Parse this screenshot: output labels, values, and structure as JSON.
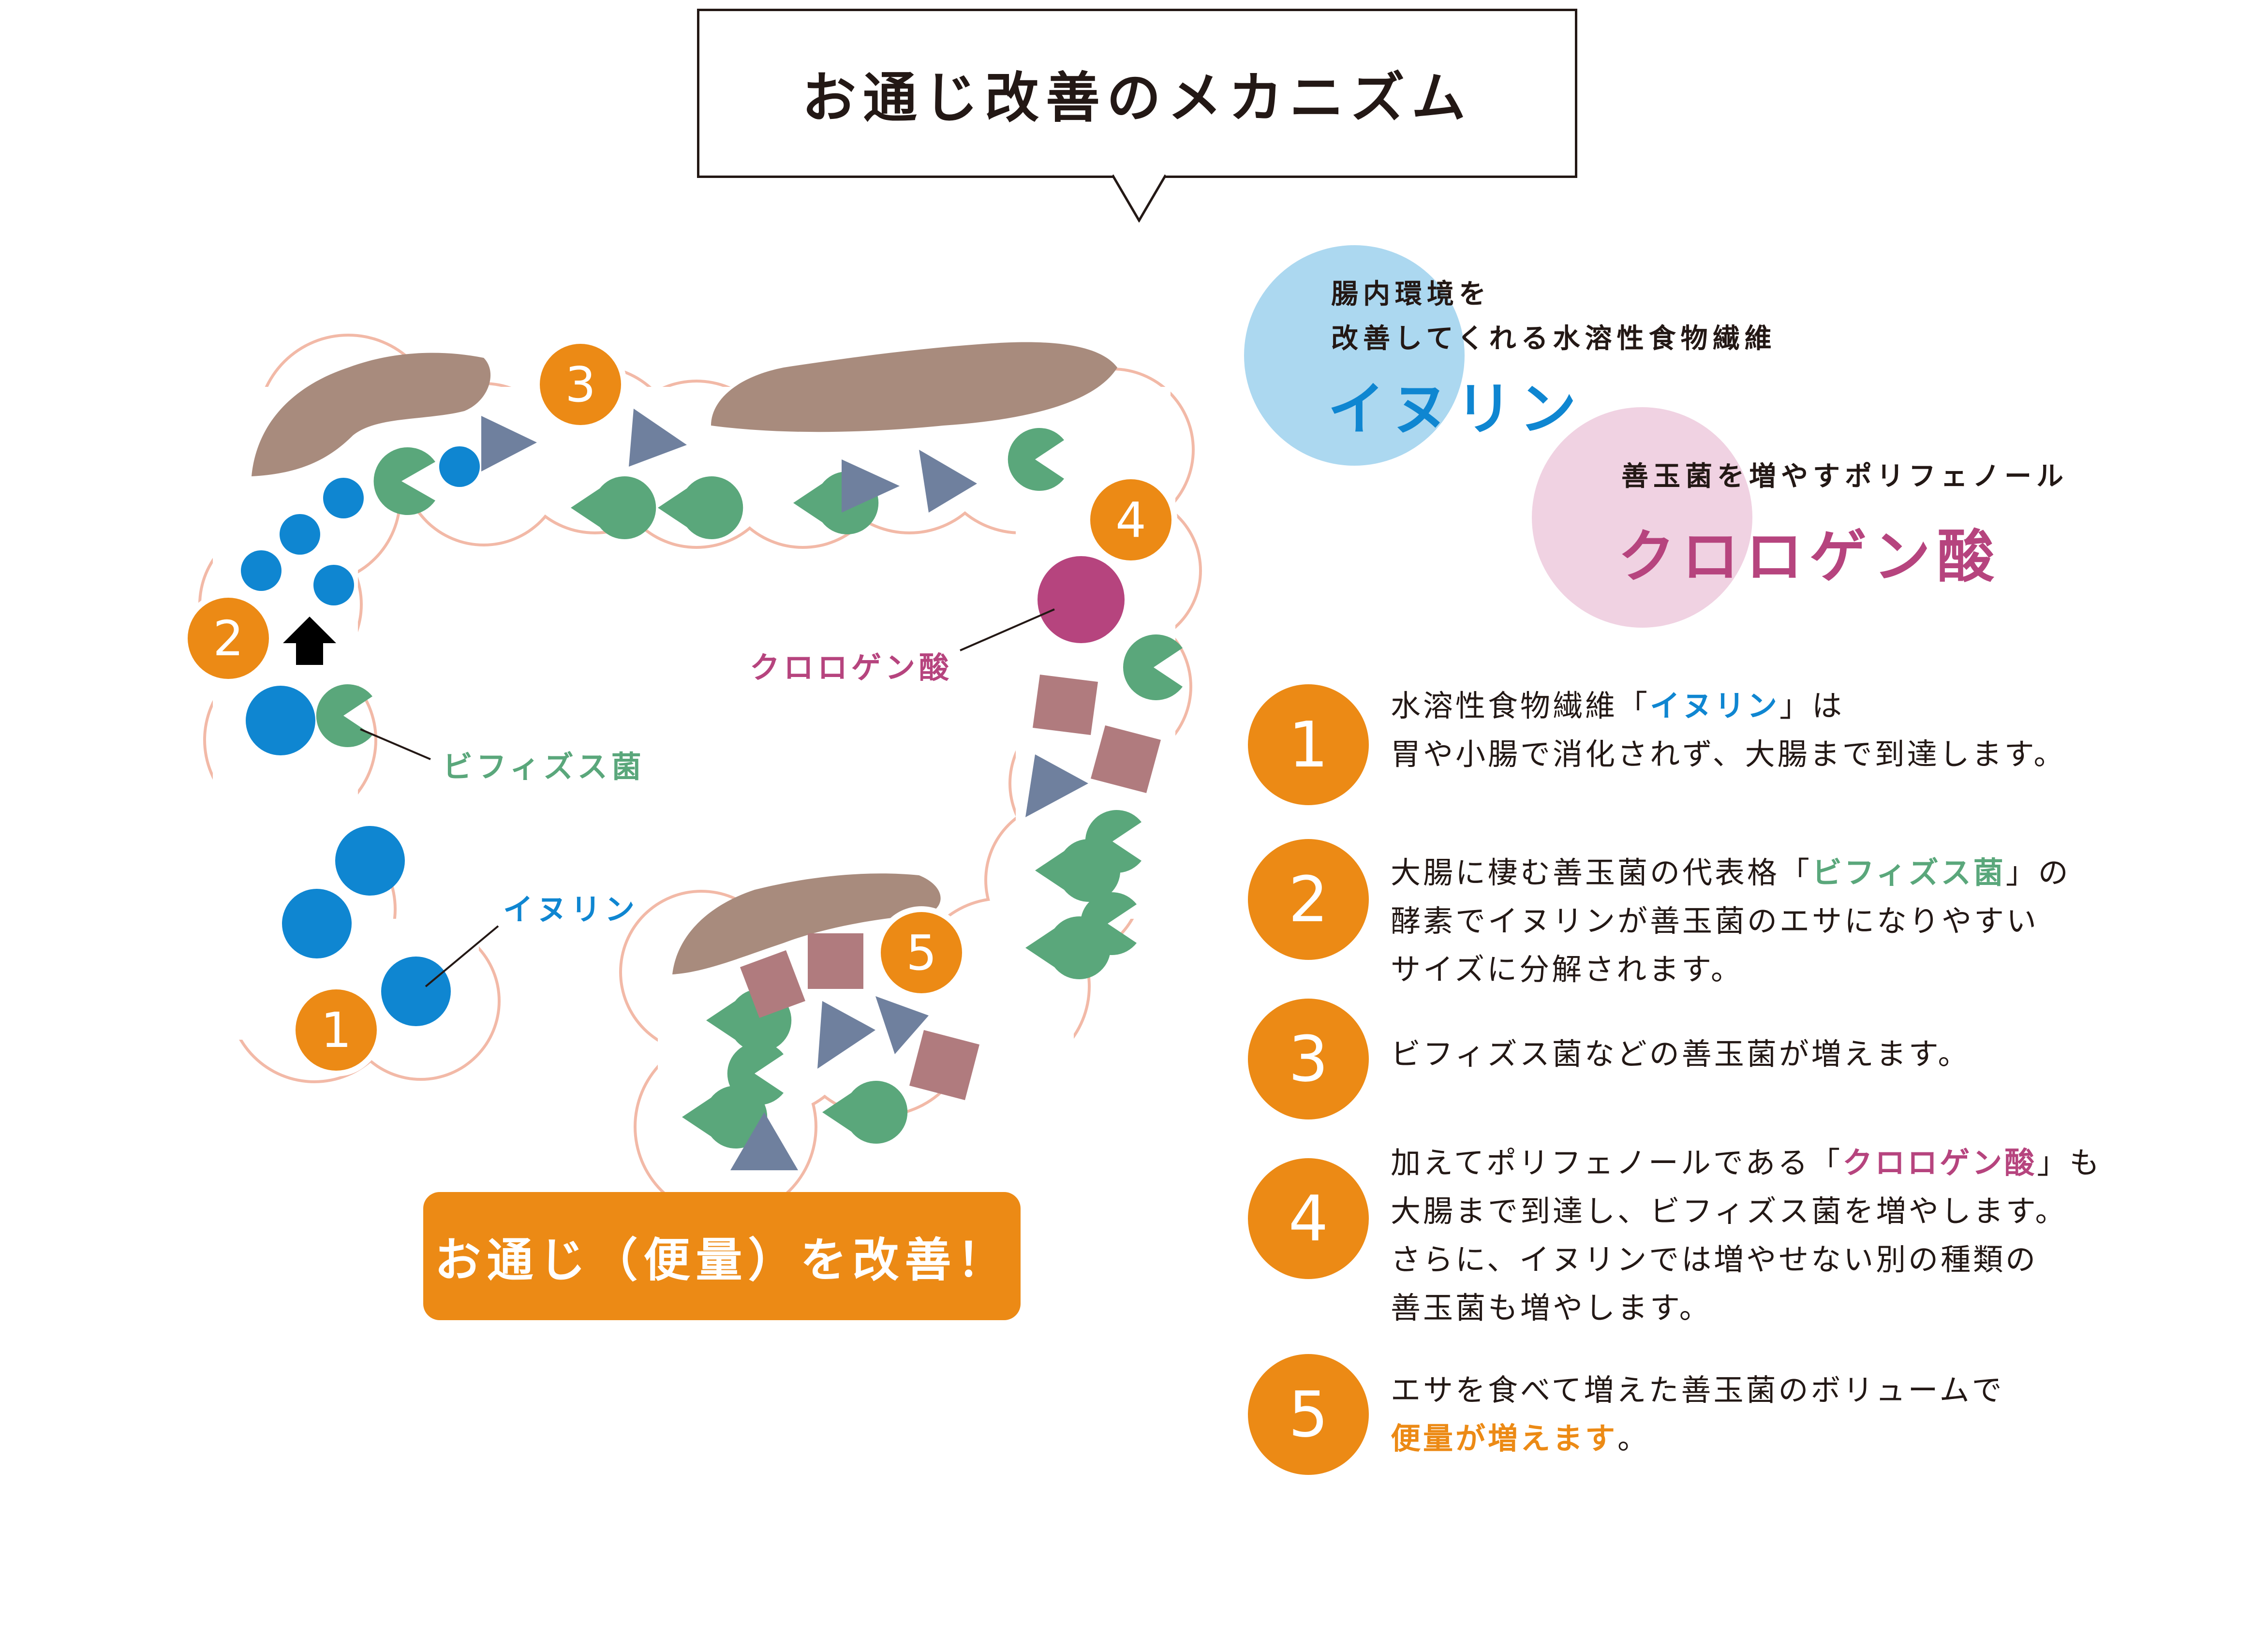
{
  "title": "お通じ改善のメカニズム",
  "legend": {
    "inulin": {
      "description_line1": "腸内環境を",
      "description_line2": "改善してくれる水溶性食物繊維",
      "name": "イヌリン",
      "circle_color": "#acd8f0",
      "text_color": "#0f86d1"
    },
    "chlorogenic": {
      "description": "善玉菌を増やすポリフェノール",
      "name": "クロロゲン酸",
      "circle_color": "#f0d2e2",
      "text_color": "#b6447e"
    }
  },
  "diagram": {
    "labels": {
      "bifidus": "ビフィズス菌",
      "inulin": "イヌリン",
      "chlorogenic": "クロロゲン酸"
    },
    "markers": [
      "1",
      "2",
      "3",
      "4",
      "5"
    ],
    "result_button": "お通じ（便量）を改善！"
  },
  "steps": [
    {
      "number": "1",
      "lines": [
        [
          "水溶性食物繊維「",
          {
            "hl": "blue",
            "t": "イヌリン"
          },
          "」は"
        ],
        [
          "胃や小腸で消化されず、大腸まで到達します。"
        ]
      ]
    },
    {
      "number": "2",
      "lines": [
        [
          "大腸に棲む善玉菌の代表格「",
          {
            "hl": "green",
            "t": "ビフィズス菌"
          },
          "」の"
        ],
        [
          "酵素でイヌリンが善玉菌のエサになりやすい"
        ],
        [
          "サイズに分解されます。"
        ]
      ]
    },
    {
      "number": "3",
      "lines": [
        [
          "ビフィズス菌などの善玉菌が増えます。"
        ]
      ]
    },
    {
      "number": "4",
      "lines": [
        [
          "加えてポリフェノールである「",
          {
            "hl": "pink",
            "t": "クロロゲン酸"
          },
          "」も"
        ],
        [
          "大腸まで到達し、ビフィズス菌を増やします。"
        ],
        [
          "さらに、イヌリンでは増やせない別の種類の"
        ],
        [
          "善玉菌も増やします。"
        ]
      ]
    },
    {
      "number": "5",
      "lines": [
        [
          "エサを食べて増えた善玉菌のボリュームで"
        ],
        [
          {
            "hl": "orange",
            "t": "便量が増えます"
          },
          "。"
        ]
      ]
    }
  ],
  "colors": {
    "orange": "#ec8a15",
    "blue": "#0f86d1",
    "green": "#5aa77b",
    "pink": "#b6447e",
    "stool": "#a88b7d",
    "triangle": "#6f809e",
    "square": "#b07b7e",
    "colon_outline": "#f2b9a7"
  }
}
